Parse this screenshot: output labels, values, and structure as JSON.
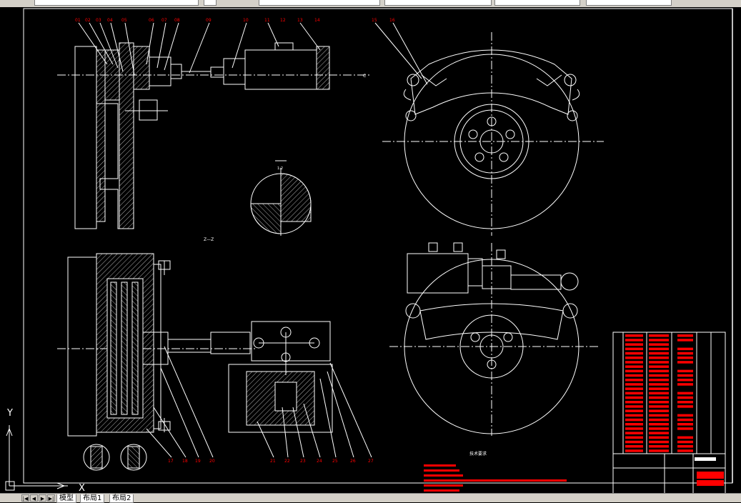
{
  "toolbar": {
    "layer_value": "",
    "combo1": "",
    "combo2": "",
    "combo3": "",
    "combo4": "",
    "search_placeholder": ""
  },
  "tabs": [
    {
      "label": "模型"
    },
    {
      "label": "布局1"
    },
    {
      "label": "布局2"
    }
  ],
  "ucs": {
    "x": "X",
    "y": "Y"
  },
  "drawing": {
    "section_label": "Z—Z",
    "view_label_c": "C",
    "tech_title": "技术要求",
    "callouts_top": [
      "01",
      "02",
      "03",
      "04",
      "05",
      "06",
      "07",
      "08",
      "09",
      "10",
      "11",
      "12",
      "13",
      "14"
    ],
    "callouts_right": [
      "15",
      "16"
    ],
    "callouts_bottom": [
      "17",
      "18",
      "19",
      "20",
      "21",
      "22",
      "23",
      "24",
      "25",
      "26",
      "27"
    ],
    "detail_label": "1:2"
  },
  "colors": {
    "line": "#ffffff",
    "red": "#ff0000",
    "cyan": "#00ffff",
    "ui_gray": "#d4d0c8"
  }
}
